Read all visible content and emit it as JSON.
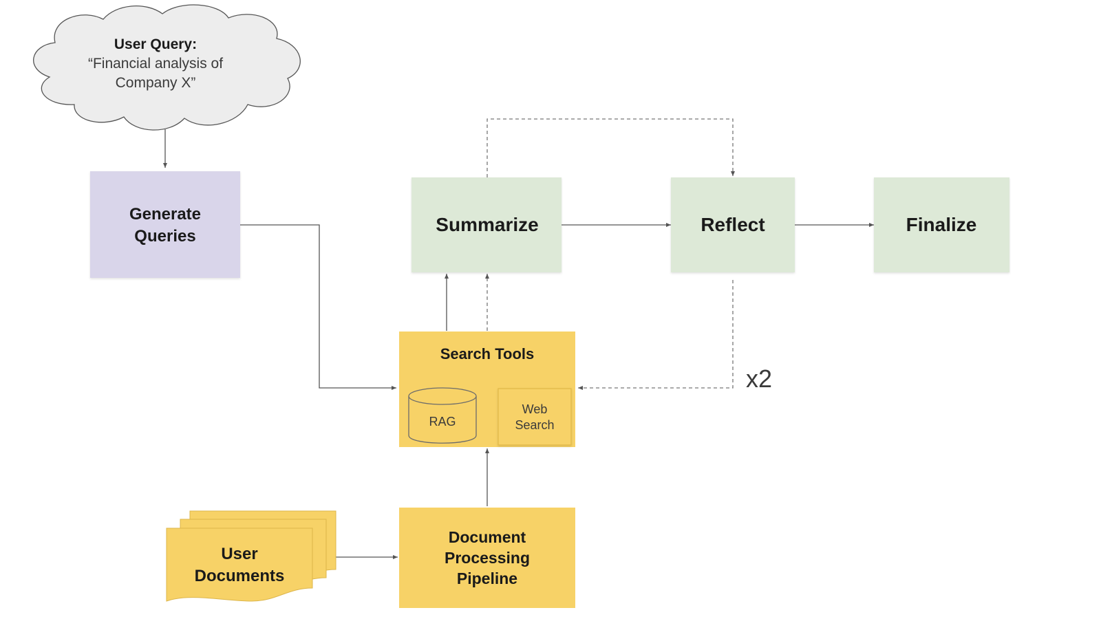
{
  "colors": {
    "lavender": "#d9d5ea",
    "green": "#dde9d7",
    "yellow": "#f7d267",
    "cloud_fill": "#ededed",
    "edge": "#555555"
  },
  "cloud": {
    "title": "User Query:",
    "line1": "“Financial analysis of",
    "line2": "Company X”"
  },
  "generate_queries": {
    "line1": "Generate",
    "line2": "Queries"
  },
  "summarize": {
    "label": "Summarize"
  },
  "reflect": {
    "label": "Reflect"
  },
  "finalize": {
    "label": "Finalize"
  },
  "search_tools": {
    "title": "Search Tools",
    "rag": "RAG",
    "web_line1": "Web",
    "web_line2": "Search"
  },
  "pipeline": {
    "line1": "Document",
    "line2": "Processing",
    "line3": "Pipeline"
  },
  "user_documents": {
    "line1": "User",
    "line2": "Documents"
  },
  "loop_label": "x2"
}
